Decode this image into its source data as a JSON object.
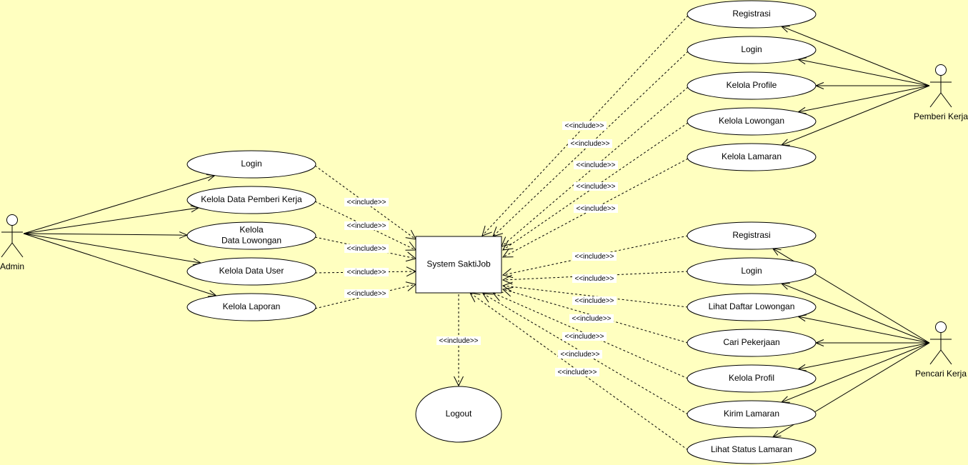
{
  "system": {
    "label": "System SaktiJob"
  },
  "logout": {
    "label": "Logout"
  },
  "include_label": "<<include>>",
  "actors": {
    "admin": "Admin",
    "pemberi": "Pemberi Kerja",
    "pencari": "Pencari Kerja"
  },
  "admin_usecases": [
    {
      "lines": [
        "Login"
      ]
    },
    {
      "lines": [
        "Kelola Data Pemberi Kerja"
      ]
    },
    {
      "lines": [
        "Kelola",
        "Data Lowongan"
      ]
    },
    {
      "lines": [
        "Kelola Data User"
      ]
    },
    {
      "lines": [
        "Kelola Laporan"
      ]
    }
  ],
  "pemberi_usecases": [
    {
      "lines": [
        "Registrasi"
      ]
    },
    {
      "lines": [
        "Login"
      ]
    },
    {
      "lines": [
        "Kelola Profile"
      ]
    },
    {
      "lines": [
        "Kelola Lowongan"
      ]
    },
    {
      "lines": [
        "Kelola Lamaran"
      ]
    }
  ],
  "pencari_usecases": [
    {
      "lines": [
        "Registrasi"
      ]
    },
    {
      "lines": [
        "Login"
      ]
    },
    {
      "lines": [
        "Lihat Daftar Lowongan"
      ]
    },
    {
      "lines": [
        "Cari Pekerjaan"
      ]
    },
    {
      "lines": [
        "Kelola Profil"
      ]
    },
    {
      "lines": [
        "Kirim Lamaran"
      ]
    },
    {
      "lines": [
        "Lihat Status Lamaran"
      ]
    }
  ]
}
